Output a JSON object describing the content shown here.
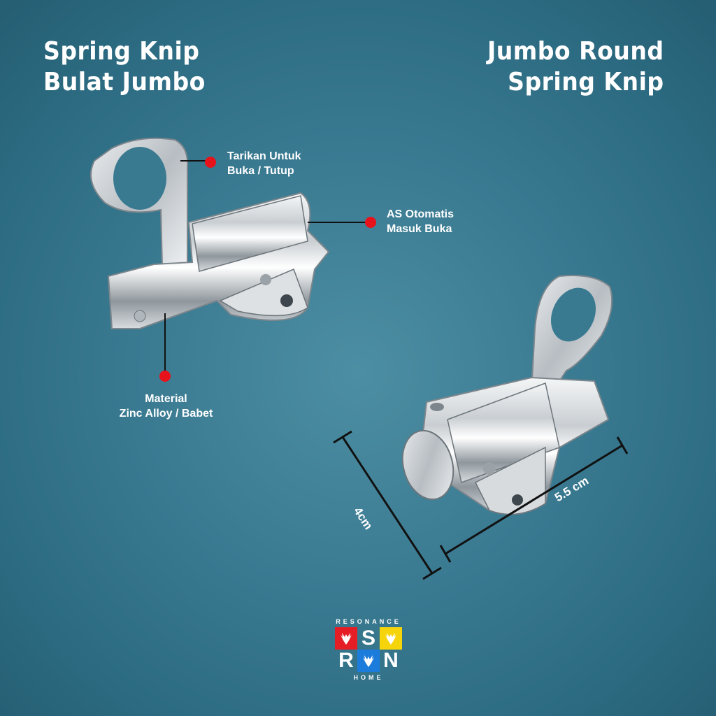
{
  "title_left": {
    "line1": "Spring Knip",
    "line2": "Bulat Jumbo"
  },
  "title_right": {
    "line1": "Jumbo Round",
    "line2": "Spring Knip"
  },
  "callouts": [
    {
      "line1": "Tarikan Untuk",
      "line2": "Buka / Tutup"
    },
    {
      "line1": "AS Otomatis",
      "line2": "Masuk Buka"
    },
    {
      "line1": "Material",
      "line2": "Zinc Alloy / Babet"
    }
  ],
  "dimensions": {
    "height": "4cm",
    "width": "5.5 cm"
  },
  "logo": {
    "top_text": "RESONANCE",
    "bottom_text": "HOME",
    "letters": [
      "S",
      "R",
      "N"
    ],
    "icon": "crest-icon",
    "colors": {
      "red": "#e41e24",
      "yellow": "#f6d40b",
      "blue": "#1c7cdc"
    }
  },
  "colors": {
    "background": "#3a7a91",
    "callout_dot": "#e8121b",
    "text": "#ffffff"
  }
}
